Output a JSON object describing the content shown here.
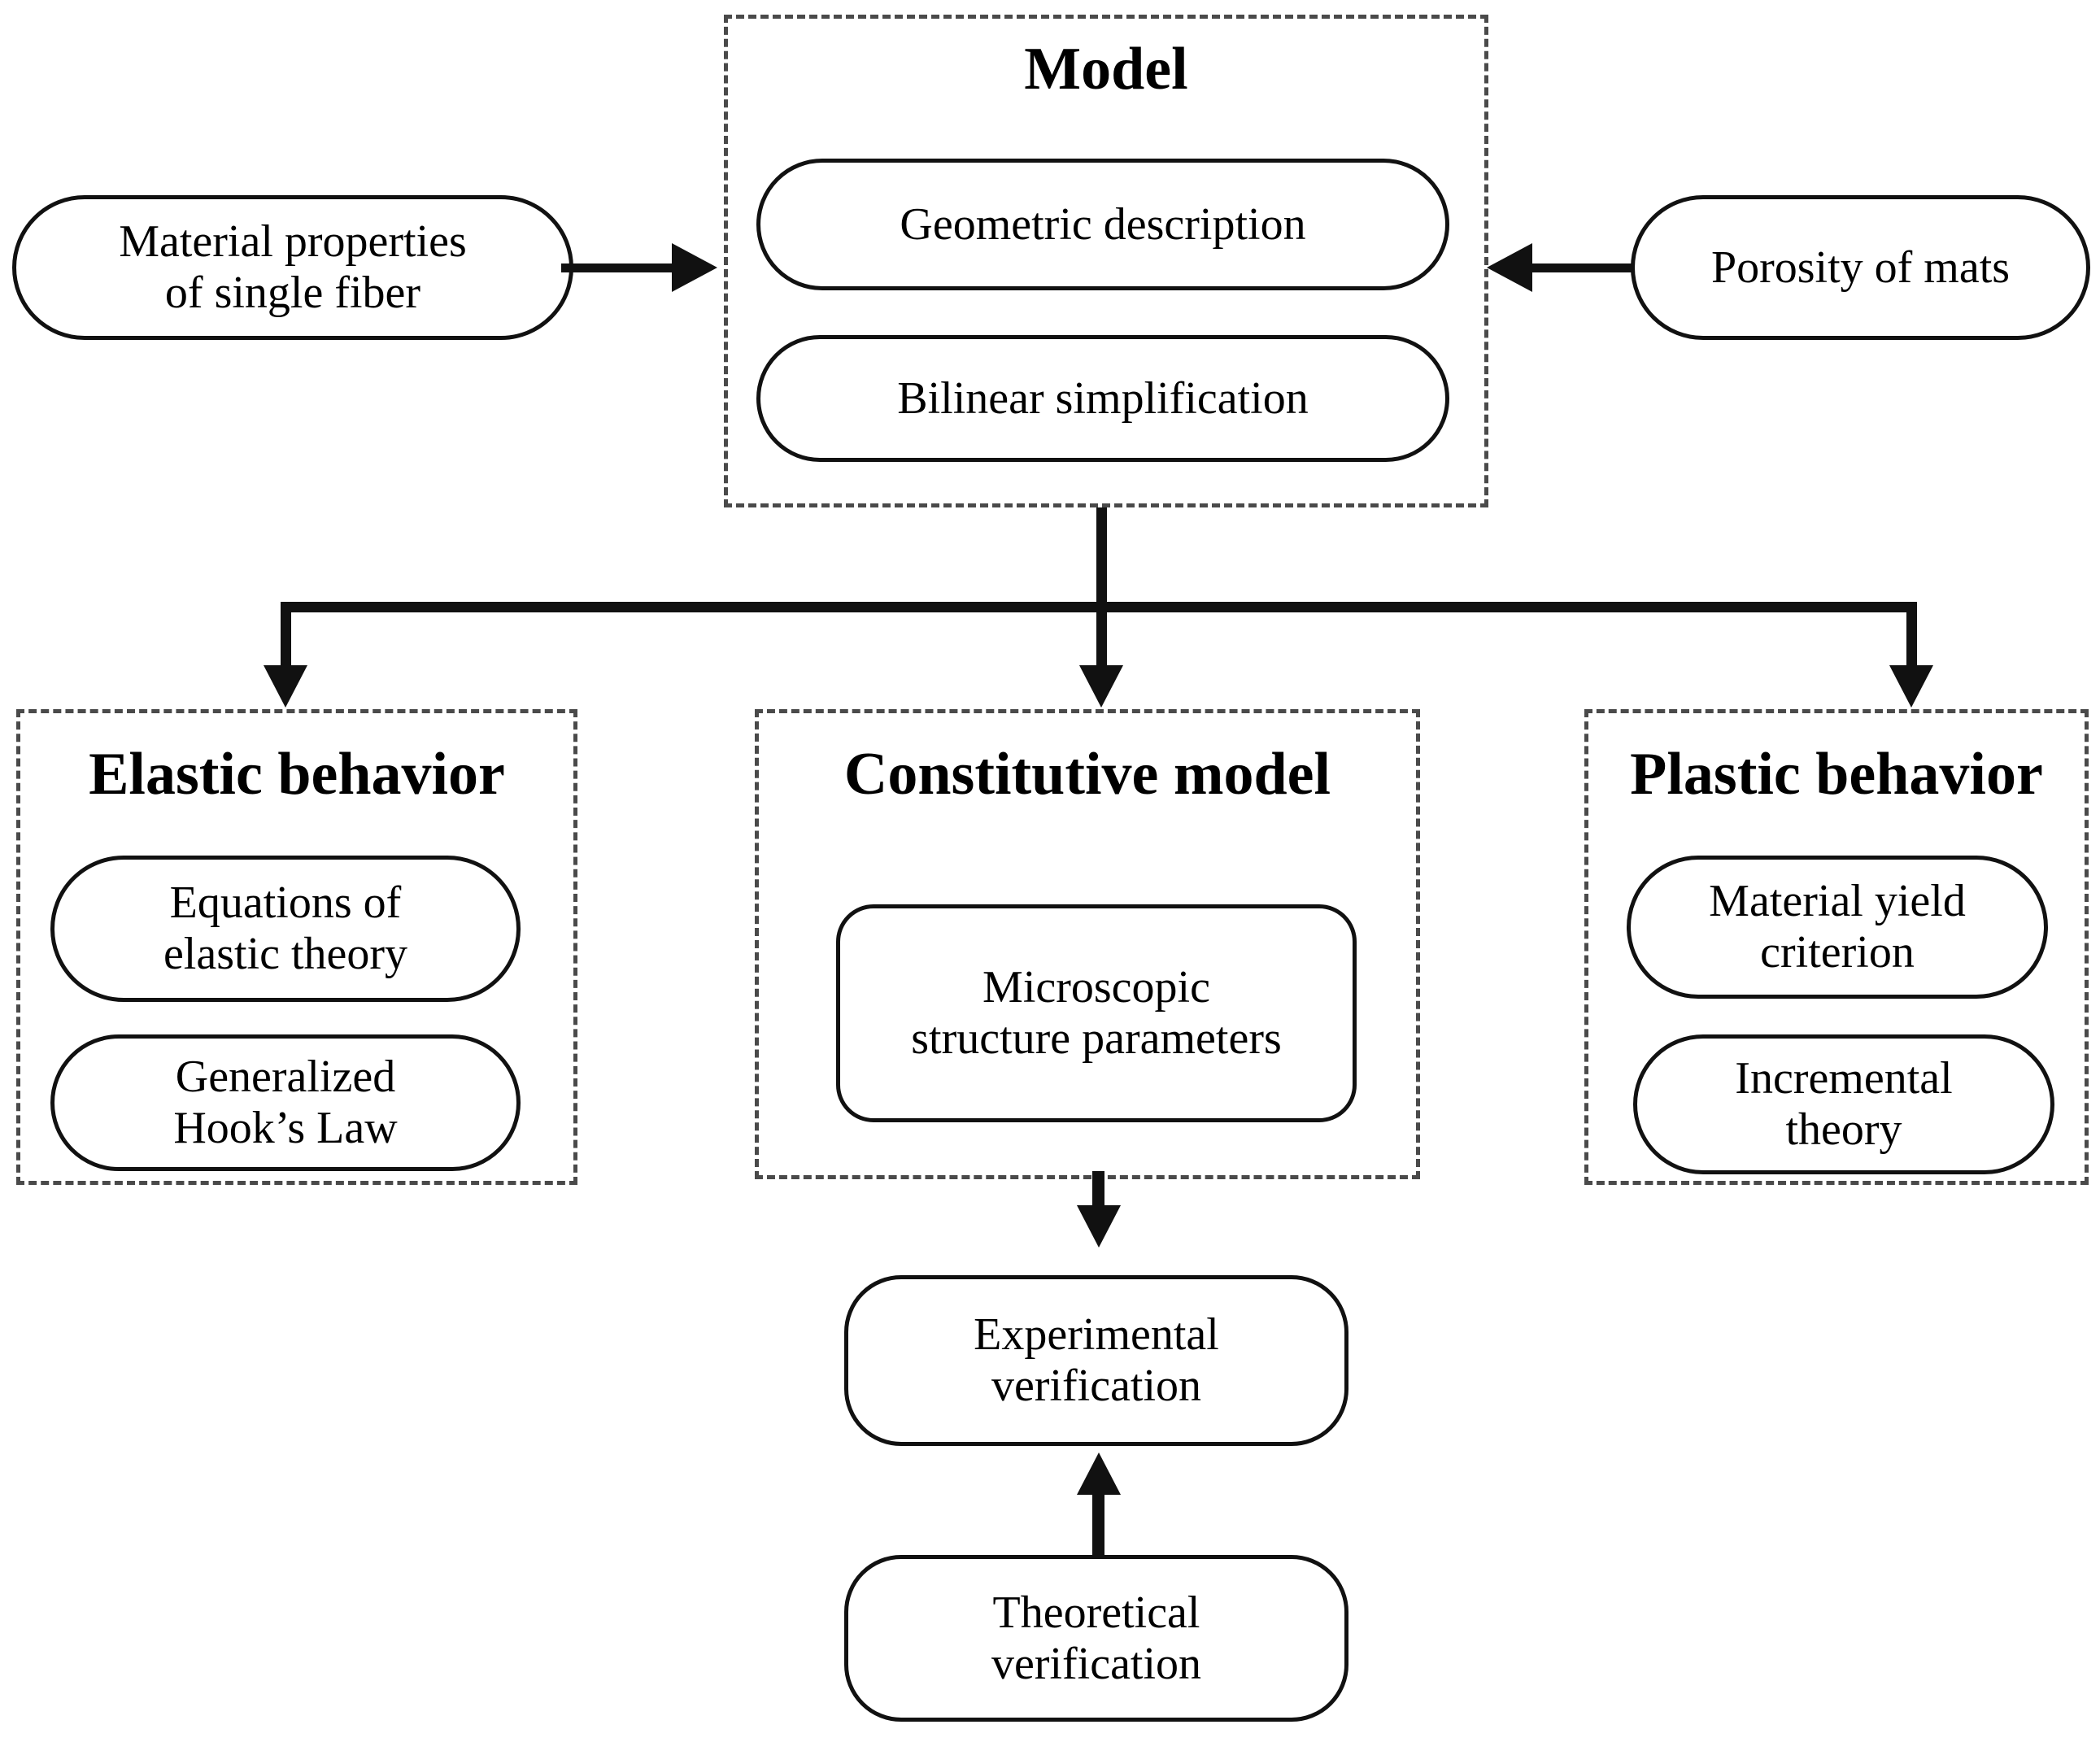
{
  "diagram": {
    "type": "flowchart",
    "title_hint": "Model constitutive framework flowchart",
    "groups": [
      {
        "id": "model",
        "title": "Model",
        "nodes": [
          "Geometric description",
          "Bilinear simplification"
        ]
      },
      {
        "id": "elastic",
        "title": "Elastic behavior",
        "nodes": [
          "Equations of\nelastic theory",
          "Generalized\nHook’s Law"
        ]
      },
      {
        "id": "constitutive",
        "title": "Constitutive model",
        "nodes": [
          "Microscopic\nstructure parameters"
        ]
      },
      {
        "id": "plastic",
        "title": "Plastic behavior",
        "nodes": [
          "Material yield\ncriterion",
          "Incremental\ntheory"
        ]
      }
    ],
    "nodes": {
      "material_properties": "Material properties\nof single fiber",
      "porosity": "Porosity of mats",
      "geometric_description": "Geometric description",
      "bilinear_simplification": "Bilinear simplification",
      "equations_elastic": "Equations of\nelastic theory",
      "generalized_hook": "Generalized\nHook’s Law",
      "microscopic_parameters": "Microscopic\nstructure parameters",
      "material_yield": "Material yield\ncriterion",
      "incremental_theory": "Incremental\ntheory",
      "experimental_verification": "Experimental\nverification",
      "theoretical_verification": "Theoretical\nverification"
    },
    "group_titles": {
      "model": "Model",
      "elastic": "Elastic behavior",
      "constitutive": "Constitutive model",
      "plastic": "Plastic behavior"
    },
    "edges": [
      {
        "from": "material_properties",
        "to": "model",
        "direction": "right"
      },
      {
        "from": "porosity",
        "to": "model",
        "direction": "left"
      },
      {
        "from": "model",
        "to": "elastic",
        "direction": "down"
      },
      {
        "from": "model",
        "to": "constitutive",
        "direction": "down"
      },
      {
        "from": "model",
        "to": "plastic",
        "direction": "down"
      },
      {
        "from": "microscopic_parameters",
        "to": "experimental_verification",
        "direction": "down"
      },
      {
        "from": "theoretical_verification",
        "to": "experimental_verification",
        "direction": "up"
      }
    ],
    "colors": {
      "node_border": "#111111",
      "group_border": "#4a4a4a",
      "connector": "#111111",
      "background": "#ffffff",
      "text": "#000000"
    }
  }
}
